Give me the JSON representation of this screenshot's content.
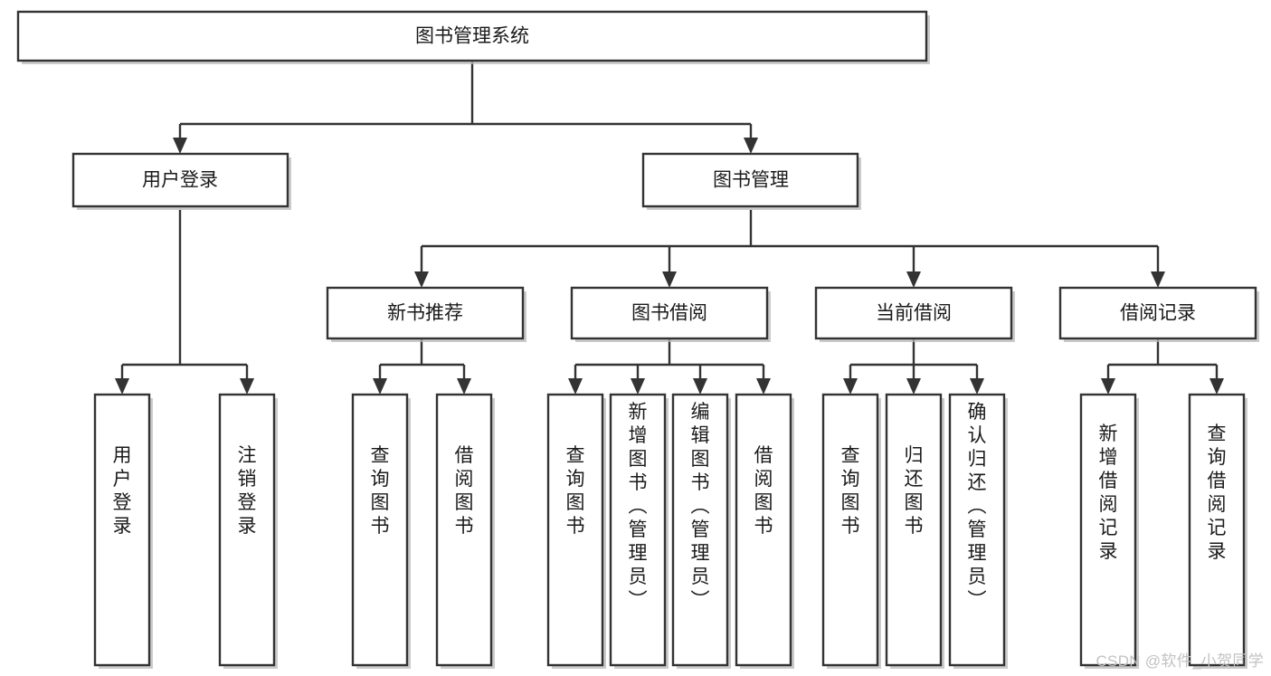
{
  "diagram": {
    "type": "tree-hierarchy",
    "title": "图书管理系统",
    "watermark": "CSDN @软件_小贺同学",
    "colors": {
      "box_fill": "#ffffff",
      "box_stroke": "#333333",
      "connector": "#333333",
      "text": "#1a1a1a",
      "background": "#ffffff",
      "watermark": "#c2c2c2"
    },
    "levels": {
      "root": {
        "label": "图书管理系统",
        "orientation": "horizontal"
      },
      "level2": [
        {
          "label": "用户登录",
          "orientation": "horizontal"
        },
        {
          "label": "图书管理",
          "orientation": "horizontal"
        }
      ],
      "level3": [
        {
          "label": "新书推荐",
          "orientation": "horizontal"
        },
        {
          "label": "图书借阅",
          "orientation": "horizontal"
        },
        {
          "label": "当前借阅",
          "orientation": "horizontal"
        },
        {
          "label": "借阅记录",
          "orientation": "horizontal"
        }
      ],
      "leaves": [
        {
          "label": "用户登录",
          "orientation": "vertical",
          "parent": "用户登录"
        },
        {
          "label": "注销登录",
          "orientation": "vertical",
          "parent": "用户登录"
        },
        {
          "label": "查询图书",
          "orientation": "vertical",
          "parent": "新书推荐"
        },
        {
          "label": "借阅图书",
          "orientation": "vertical",
          "parent": "新书推荐"
        },
        {
          "label": "查询图书",
          "orientation": "vertical",
          "parent": "图书借阅"
        },
        {
          "label": "新增图书（管理员）",
          "orientation": "vertical",
          "parent": "图书借阅"
        },
        {
          "label": "编辑图书（管理员）",
          "orientation": "vertical",
          "parent": "图书借阅"
        },
        {
          "label": "借阅图书",
          "orientation": "vertical",
          "parent": "图书借阅"
        },
        {
          "label": "查询图书",
          "orientation": "vertical",
          "parent": "当前借阅"
        },
        {
          "label": "归还图书",
          "orientation": "vertical",
          "parent": "当前借阅"
        },
        {
          "label": "确认归还（管理员）",
          "orientation": "vertical",
          "parent": "当前借阅"
        },
        {
          "label": "新增借阅记录",
          "orientation": "vertical",
          "parent": "借阅记录"
        },
        {
          "label": "查询借阅记录",
          "orientation": "vertical",
          "parent": "借阅记录"
        }
      ]
    }
  }
}
